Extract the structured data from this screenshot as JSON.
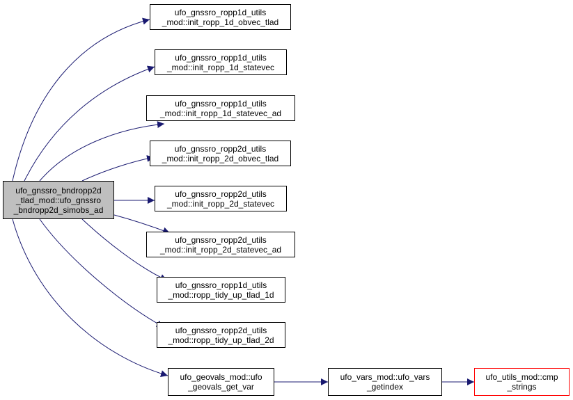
{
  "root": {
    "lines": [
      "ufo_gnssro_bndropp2d",
      "_tlad_mod::ufo_gnssro",
      "_bndropp2d_simobs_ad"
    ]
  },
  "callees": [
    {
      "lines": [
        "ufo_gnssro_ropp1d_utils",
        "_mod::init_ropp_1d_obvec_tlad"
      ]
    },
    {
      "lines": [
        "ufo_gnssro_ropp1d_utils",
        "_mod::init_ropp_1d_statevec"
      ]
    },
    {
      "lines": [
        "ufo_gnssro_ropp1d_utils",
        "_mod::init_ropp_1d_statevec_ad"
      ]
    },
    {
      "lines": [
        "ufo_gnssro_ropp2d_utils",
        "_mod::init_ropp_2d_obvec_tlad"
      ]
    },
    {
      "lines": [
        "ufo_gnssro_ropp2d_utils",
        "_mod::init_ropp_2d_statevec"
      ]
    },
    {
      "lines": [
        "ufo_gnssro_ropp2d_utils",
        "_mod::init_ropp_2d_statevec_ad"
      ]
    },
    {
      "lines": [
        "ufo_gnssro_ropp1d_utils",
        "_mod::ropp_tidy_up_tlad_1d"
      ]
    },
    {
      "lines": [
        "ufo_gnssro_ropp2d_utils",
        "_mod::ropp_tidy_up_tlad_2d"
      ]
    },
    {
      "lines": [
        "ufo_geovals_mod::ufo",
        "_geovals_get_var"
      ]
    }
  ],
  "chain": [
    {
      "lines": [
        "ufo_vars_mod::ufo_vars",
        "_getindex"
      ]
    },
    {
      "lines": [
        "ufo_utils_mod::cmp",
        "_strings"
      ],
      "external": true
    }
  ],
  "colors": {
    "edge": "#191970",
    "root_fill": "#bfbfbf",
    "external_border": "#ff0000"
  }
}
